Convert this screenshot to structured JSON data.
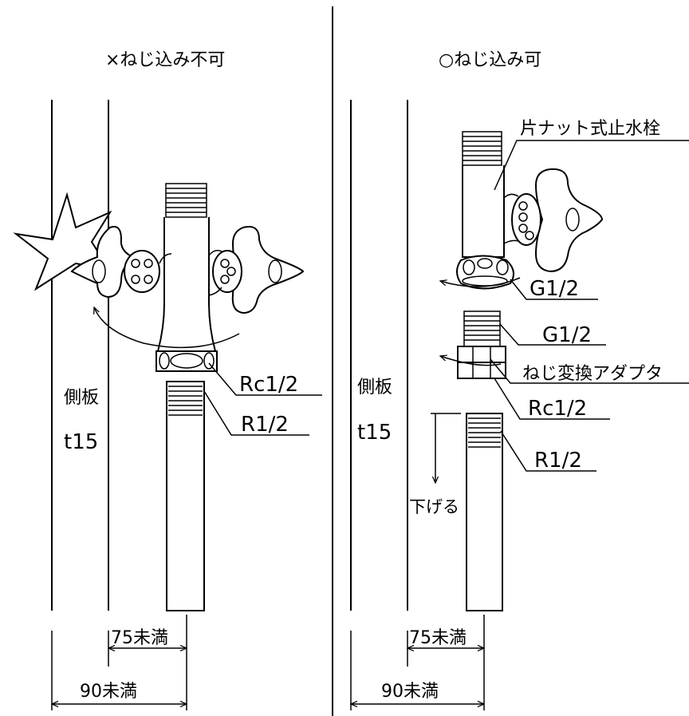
{
  "left_panel": {
    "title": "×ねじ込み不可",
    "label_rc": "Rc1/2",
    "label_r": "R1/2",
    "side_board": "側板",
    "thickness": "t15",
    "dim_inner": "75未満",
    "dim_outer": "90未満"
  },
  "right_panel": {
    "title": "○ねじ込み可",
    "label_valve": "片ナット式止水栓",
    "label_g1": "G1/2",
    "label_g2": "G1/2",
    "label_adapter": "ねじ変換アダプタ",
    "label_rc": "Rc1/2",
    "label_r": "R1/2",
    "label_lower": "下げる",
    "side_board": "側板",
    "thickness": "t15",
    "dim_inner": "75未満",
    "dim_outer": "90未満"
  }
}
